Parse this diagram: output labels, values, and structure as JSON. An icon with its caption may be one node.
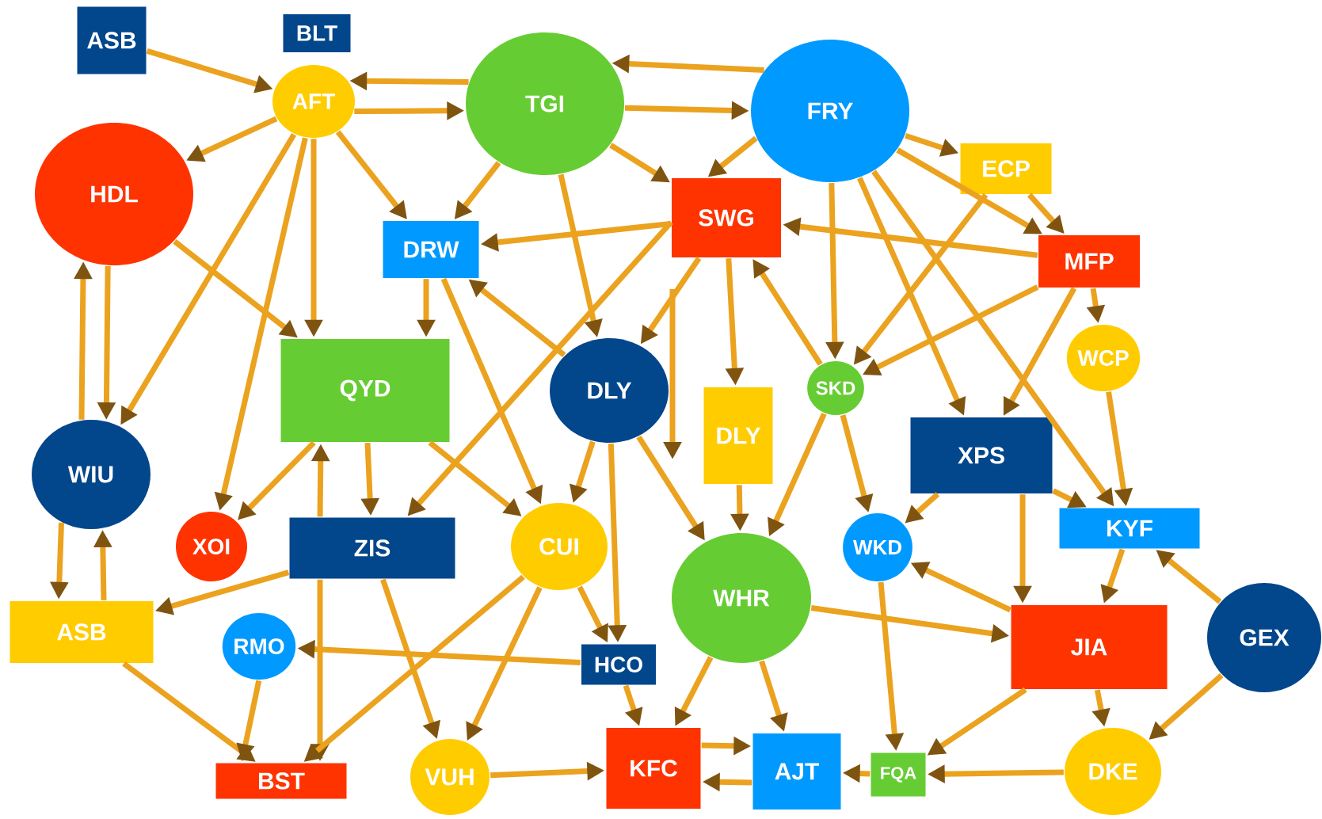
{
  "diagram": {
    "nodes": [
      {
        "text": [
          "ASB"
        ]
      },
      {
        "text": [
          "BLT"
        ]
      },
      {
        "text": [
          "AFT"
        ]
      },
      {
        "text": [
          "TGI"
        ]
      },
      {
        "text": [
          "FRY"
        ]
      },
      {
        "text": [
          "HDL"
        ]
      },
      {
        "text": [
          "ECP"
        ]
      },
      {
        "text": [
          "SWG"
        ]
      },
      {
        "text": [
          "DRW"
        ]
      },
      {
        "text": [
          "MFP"
        ]
      },
      {
        "text": [
          "WCP"
        ]
      },
      {
        "text": [
          "QYD"
        ]
      },
      {
        "text": [
          "DLY"
        ]
      },
      {
        "text": [
          "SKD"
        ]
      },
      {
        "text": [
          "DLY"
        ]
      },
      {
        "text": [
          "WIU"
        ]
      },
      {
        "text": [
          "XPS"
        ]
      },
      {
        "text": [
          "KYF"
        ]
      },
      {
        "text": [
          "XOI"
        ]
      },
      {
        "text": [
          "ZIS"
        ]
      },
      {
        "text": [
          "CUI"
        ]
      },
      {
        "text": [
          "WKD"
        ]
      },
      {
        "text": [
          "WHR"
        ]
      },
      {
        "text": [
          "GEX"
        ]
      },
      {
        "text": [
          "ASB"
        ]
      },
      {
        "text": [
          "RMO"
        ]
      },
      {
        "text": [
          "JIA"
        ]
      },
      {
        "text": [
          "HCO"
        ]
      },
      {
        "text": [
          "BST"
        ]
      },
      {
        "text": [
          "VUH"
        ]
      },
      {
        "text": [
          "KFC"
        ]
      },
      {
        "text": [
          "AJT"
        ]
      },
      {
        "text": [
          "FQA"
        ]
      },
      {
        "text": [
          "DKE"
        ]
      }
    ],
    "edges": [
      {
        "from": 0,
        "to": 2,
        "arrow": "to"
      },
      {
        "from": 3,
        "to": 2,
        "arrow": "to"
      },
      {
        "from": 2,
        "to": 3,
        "arrow": "to"
      },
      {
        "from": 4,
        "to": 3,
        "arrow": "to"
      },
      {
        "from": 3,
        "to": 4,
        "arrow": "to"
      },
      {
        "from": 2,
        "to": 5,
        "arrow": "to"
      },
      {
        "from": 2,
        "to": 8,
        "arrow": "to"
      },
      {
        "from": 3,
        "to": 8,
        "arrow": "to"
      },
      {
        "from": 2,
        "to": 11,
        "arrow": "to"
      },
      {
        "from": 2,
        "to": 15,
        "arrow": "to"
      },
      {
        "from": 2,
        "to": 18,
        "arrow": "to"
      },
      {
        "from": 5,
        "to": 15,
        "arrow": "to"
      },
      {
        "from": 15,
        "to": 5,
        "arrow": "to"
      },
      {
        "from": 5,
        "to": 11,
        "arrow": "to"
      },
      {
        "from": 3,
        "to": 7,
        "arrow": "to"
      },
      {
        "from": 4,
        "to": 7,
        "arrow": "to"
      },
      {
        "from": 4,
        "to": 6,
        "arrow": "to"
      },
      {
        "from": 3,
        "to": 12,
        "arrow": "to"
      },
      {
        "from": 7,
        "to": 8,
        "arrow": "to"
      },
      {
        "from": 9,
        "to": 7,
        "arrow": "to"
      },
      {
        "from": 4,
        "to": 9,
        "arrow": "to"
      },
      {
        "from": 6,
        "to": 9,
        "arrow": "to"
      },
      {
        "from": 6,
        "to": 13,
        "arrow": "to"
      },
      {
        "from": 9,
        "to": 13,
        "arrow": "to"
      },
      {
        "from": 4,
        "to": 13,
        "arrow": "to"
      },
      {
        "from": 4,
        "to": 16,
        "arrow": "to"
      },
      {
        "from": 4,
        "to": 17,
        "arrow": "to"
      },
      {
        "from": 9,
        "to": 10,
        "arrow": "to"
      },
      {
        "from": 9,
        "to": 16,
        "arrow": "to"
      },
      {
        "from": 7,
        "to": 14,
        "arrow": "to"
      },
      {
        "from": 7,
        "to": 12,
        "arrow": "to"
      },
      {
        "from": 7,
        "to": 19,
        "arrow": "to"
      },
      {
        "from": 13,
        "to": 7,
        "arrow": "to"
      },
      {
        "from": 8,
        "to": 11,
        "arrow": "to"
      },
      {
        "from": 8,
        "to": 20,
        "arrow": "to"
      },
      {
        "from": 12,
        "to": 8,
        "arrow": "to"
      },
      {
        "from": 11,
        "to": 18,
        "arrow": "to"
      },
      {
        "from": 11,
        "to": 19,
        "arrow": "to"
      },
      {
        "from": 19,
        "to": 11,
        "arrow": "to"
      },
      {
        "from": 19,
        "to": 28,
        "arrow": "to"
      },
      {
        "from": 11,
        "to": 20,
        "arrow": "to"
      },
      {
        "from": 12,
        "to": 20,
        "arrow": "to"
      },
      {
        "from": 12,
        "to": 27,
        "arrow": "to"
      },
      {
        "from": 12,
        "to": 22,
        "arrow": "to"
      },
      {
        "from": 14,
        "to": 22,
        "arrow": "to"
      },
      {
        "from": 13,
        "to": 22,
        "arrow": "to"
      },
      {
        "from": 13,
        "to": 21,
        "arrow": "to"
      },
      {
        "from": 16,
        "to": 21,
        "arrow": "to"
      },
      {
        "from": 16,
        "to": 26,
        "arrow": "to"
      },
      {
        "from": 16,
        "to": 17,
        "arrow": "to"
      },
      {
        "from": 10,
        "to": 17,
        "arrow": "to"
      },
      {
        "from": 17,
        "to": 26,
        "arrow": "to"
      },
      {
        "from": 23,
        "to": 17,
        "arrow": "to"
      },
      {
        "from": 23,
        "to": 33,
        "arrow": "to"
      },
      {
        "from": 26,
        "to": 33,
        "arrow": "to"
      },
      {
        "from": 26,
        "to": 21,
        "arrow": "to"
      },
      {
        "from": 22,
        "to": 26,
        "arrow": "to"
      },
      {
        "from": 26,
        "to": 32,
        "arrow": "to"
      },
      {
        "from": 21,
        "to": 32,
        "arrow": "to"
      },
      {
        "from": 33,
        "to": 32,
        "arrow": "to"
      },
      {
        "from": 32,
        "to": 31,
        "arrow": "to"
      },
      {
        "from": 31,
        "to": 30,
        "arrow": "to"
      },
      {
        "from": 30,
        "to": 31,
        "arrow": "to"
      },
      {
        "from": 22,
        "to": 30,
        "arrow": "to"
      },
      {
        "from": 22,
        "to": 31,
        "arrow": "to"
      },
      {
        "from": 27,
        "to": 30,
        "arrow": "to"
      },
      {
        "from": 27,
        "to": 25,
        "arrow": "to"
      },
      {
        "from": 20,
        "to": 27,
        "arrow": "to"
      },
      {
        "from": 20,
        "to": 29,
        "arrow": "to"
      },
      {
        "from": 20,
        "to": 28,
        "arrow": "to"
      },
      {
        "from": 19,
        "to": 29,
        "arrow": "to"
      },
      {
        "from": 19,
        "to": 24,
        "arrow": "to"
      },
      {
        "from": 15,
        "to": 24,
        "arrow": "to"
      },
      {
        "from": 24,
        "to": 15,
        "arrow": "to"
      },
      {
        "from": 24,
        "to": 28,
        "arrow": "to"
      },
      {
        "from": 25,
        "to": 28,
        "arrow": "to"
      },
      {
        "from": 29,
        "to": 30,
        "arrow": "to"
      }
    ]
  }
}
